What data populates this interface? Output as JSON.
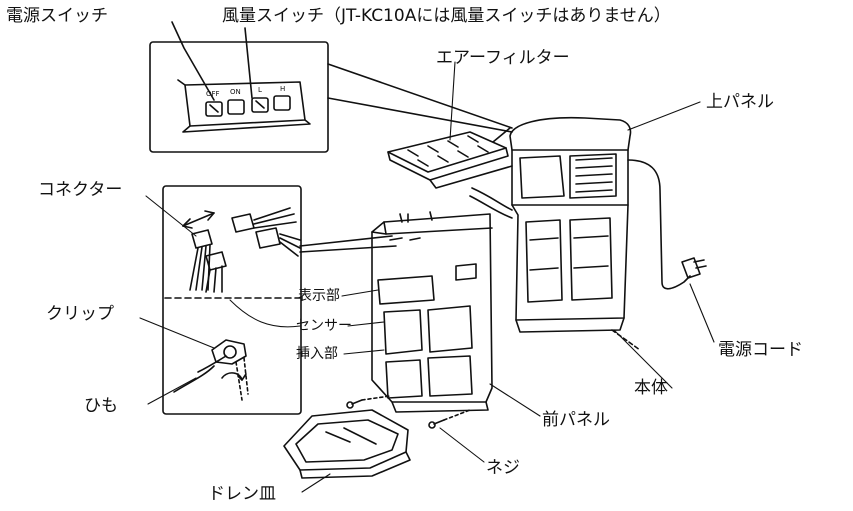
{
  "labels": {
    "power_switch": "電源スイッチ",
    "airflow_switch": "風量スイッチ（JT-KC10Aには風量スイッチはありません）",
    "air_filter": "エアーフィルター",
    "top_panel": "上パネル",
    "connector": "コネクター",
    "display": "表示部",
    "sensor": "センサー",
    "insert": "挿入部",
    "clip": "クリップ",
    "string": "ひも",
    "power_cord": "電源コード",
    "body": "本体",
    "front_panel": "前パネル",
    "screw": "ネジ",
    "drain_pan": "ドレン皿"
  },
  "switch_marks": {
    "off": "OFF",
    "on": "ON",
    "low": "L",
    "high": "H"
  }
}
